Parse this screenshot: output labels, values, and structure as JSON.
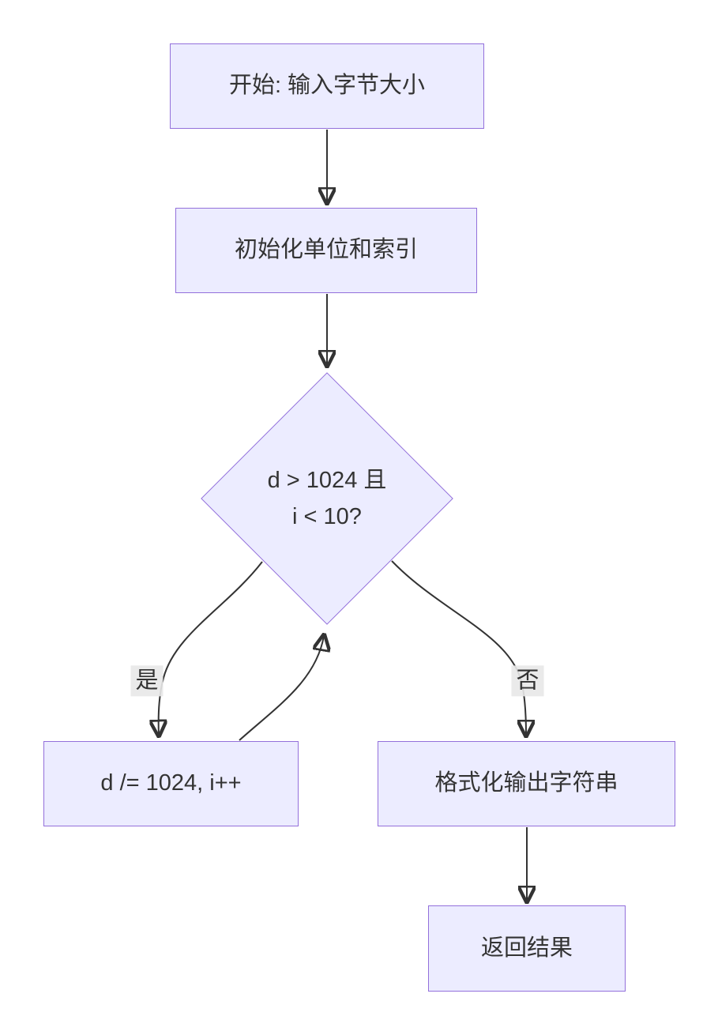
{
  "diagram": {
    "type": "flowchart",
    "direction": "top-down",
    "nodes": {
      "start": {
        "label": "开始: 输入字节大小",
        "shape": "rectangle"
      },
      "init": {
        "label": "初始化单位和索引",
        "shape": "rectangle"
      },
      "decision": {
        "line1": "d > 1024 且",
        "line2": "i < 10?",
        "shape": "diamond"
      },
      "loop": {
        "label": "d /= 1024, i++",
        "shape": "rectangle"
      },
      "format": {
        "label": "格式化输出字符串",
        "shape": "rectangle"
      },
      "result": {
        "label": "返回结果",
        "shape": "rectangle"
      }
    },
    "edge_labels": {
      "yes": "是",
      "no": "否"
    },
    "edges": [
      {
        "from": "start",
        "to": "init",
        "label": ""
      },
      {
        "from": "init",
        "to": "decision",
        "label": ""
      },
      {
        "from": "decision",
        "to": "loop",
        "label": "是"
      },
      {
        "from": "loop",
        "to": "decision",
        "label": ""
      },
      {
        "from": "decision",
        "to": "format",
        "label": "否"
      },
      {
        "from": "format",
        "to": "result",
        "label": ""
      }
    ],
    "colors": {
      "background": "#ffffff",
      "node_fill": "#ECECFF",
      "node_border": "#9370DB",
      "edge": "#333333",
      "text": "#333333",
      "edge_label_bg": "rgba(232,232,232,0.9)"
    }
  }
}
